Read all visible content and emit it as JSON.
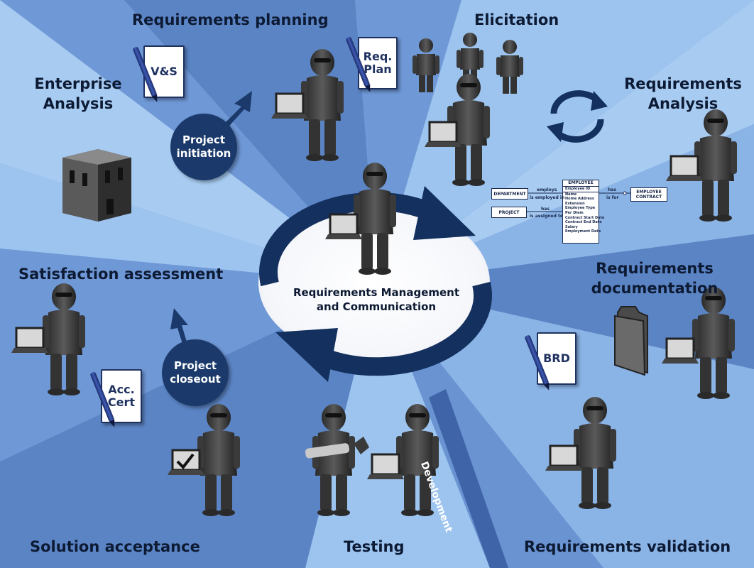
{
  "center": {
    "line1": "Requirements Management",
    "line2": "and Communication"
  },
  "phases": {
    "requirements_planning": "Requirements planning",
    "elicitation": "Elicitation",
    "enterprise_analysis_1": "Enterprise",
    "enterprise_analysis_2": "Analysis",
    "requirements_analysis_1": "Requirements",
    "requirements_analysis_2": "Analysis",
    "satisfaction_assessment": "Satisfaction assessment",
    "requirements_documentation_1": "Requirements",
    "requirements_documentation_2": "documentation",
    "solution_acceptance": "Solution acceptance",
    "testing": "Testing",
    "requirements_validation": "Requirements validation",
    "development": "Development"
  },
  "bubbles": {
    "project_initiation_1": "Project",
    "project_initiation_2": "initiation",
    "project_closeout_1": "Project",
    "project_closeout_2": "closeout"
  },
  "documents": {
    "vs": "V&S",
    "req_plan_1": "Req.",
    "req_plan_2": "Plan",
    "brd": "BRD",
    "acc_cert_1": "Acc.",
    "acc_cert_2": "Cert"
  },
  "er_diagram": {
    "department": "DEPARTMENT",
    "project": "PROJECT",
    "employee": "EMPLOYEE",
    "employee_contract_1": "EMPLOYEE",
    "employee_contract_2": "CONTRACT",
    "employs": "employs",
    "is_employed_in": "is employed in",
    "has_1": "has",
    "is_assigned_to": "is assigned to",
    "has_2": "has",
    "is_for": "is for",
    "fields": [
      "Employee ID",
      "Name",
      "Home Address",
      "Extension",
      "Employee Type",
      "Per Diem",
      "Contract Start Date",
      "Contract End Date",
      "Salary",
      "Employment Date"
    ]
  },
  "colors": {
    "dark_band": "#5b84c4",
    "light_band": "#9cc4ef",
    "arrow": "#14305e",
    "figure": "#3a3a3a"
  }
}
